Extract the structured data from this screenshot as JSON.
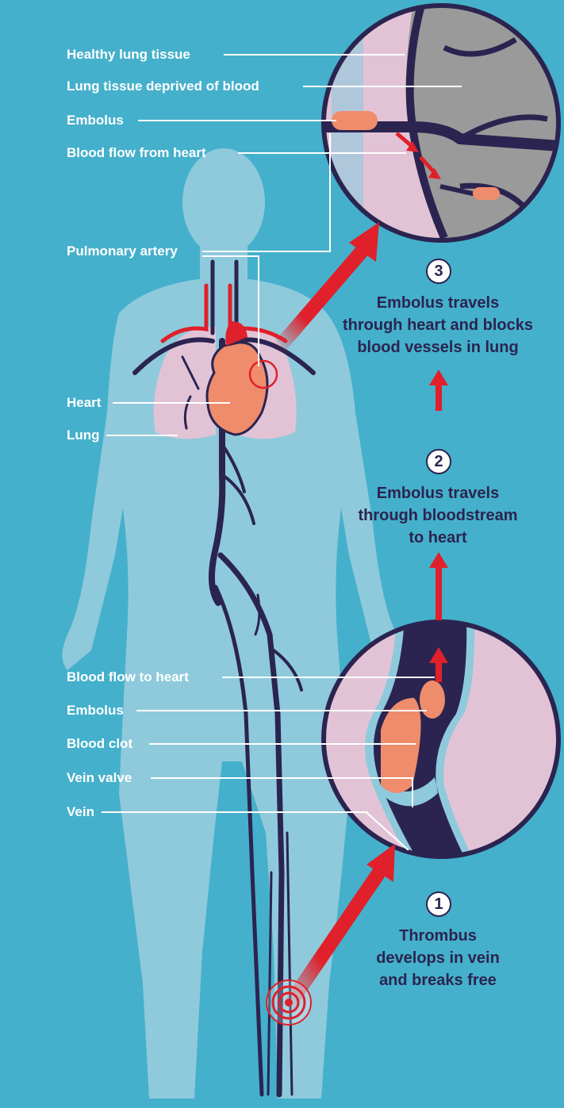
{
  "colors": {
    "background": "#45b0cb",
    "body": "#8ecadc",
    "lung": "#e2c3d6",
    "vessel": "#2b2450",
    "clot": "#ef8c6c",
    "deprived_tissue": "#9a9a9a",
    "arrow": "#e0202a",
    "label_text": "#ffffff",
    "step_text": "#2b2450"
  },
  "labels": {
    "healthy_lung_tissue": "Healthy lung tissue",
    "lung_tissue_deprived": "Lung tissue deprived of blood",
    "embolus_top": "Embolus",
    "blood_flow_from_heart": "Blood flow from heart",
    "pulmonary_artery": "Pulmonary artery",
    "heart": "Heart",
    "lung": "Lung",
    "blood_flow_to_heart": "Blood flow to heart",
    "embolus_bottom": "Embolus",
    "blood_clot": "Blood clot",
    "vein_valve": "Vein valve",
    "vein": "Vein"
  },
  "steps": [
    {
      "number": "1",
      "lines": [
        "Thrombus",
        "develops in vein",
        "and breaks free"
      ]
    },
    {
      "number": "2",
      "lines": [
        "Embolus travels",
        "through bloodstream",
        "to heart"
      ]
    },
    {
      "number": "3",
      "lines": [
        "Embolus travels",
        "through heart and blocks",
        "blood vessels in lung"
      ]
    }
  ],
  "icons": {
    "top_arrow": "red-arrow-icon",
    "bottom_arrow": "red-arrow-icon",
    "clot_site": "concentric-target-icon"
  }
}
